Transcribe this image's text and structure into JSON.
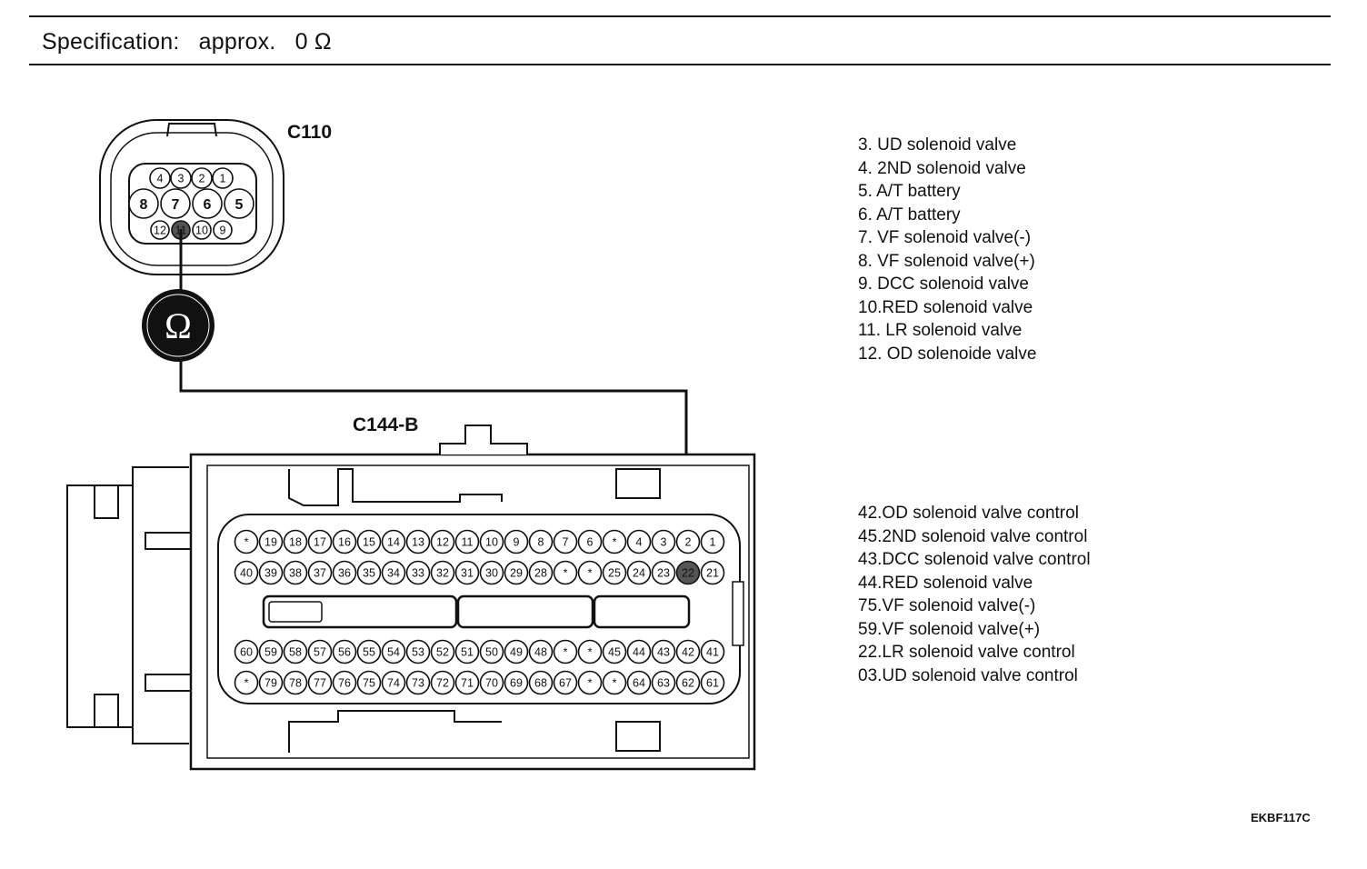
{
  "specification": {
    "label": "Specification:",
    "approx": "approx.",
    "value": "0 Ω"
  },
  "meter": {
    "symbol": "Ω"
  },
  "c110": {
    "label": "C110",
    "top_row": [
      "4",
      "3",
      "2",
      "1"
    ],
    "mid_row": [
      "8",
      "7",
      "6",
      "5"
    ],
    "bottom_row": [
      "12",
      "11",
      "10",
      "9"
    ]
  },
  "c144b": {
    "label": "C144-B",
    "row1": [
      "*",
      "19",
      "18",
      "17",
      "16",
      "15",
      "14",
      "13",
      "12",
      "11",
      "10",
      "9",
      "8",
      "7",
      "6",
      "*",
      "4",
      "3",
      "2",
      "1"
    ],
    "row2": [
      "40",
      "39",
      "38",
      "37",
      "36",
      "35",
      "34",
      "33",
      "32",
      "31",
      "30",
      "29",
      "28",
      "*",
      "*",
      "25",
      "24",
      "23",
      "22",
      "21"
    ],
    "row3": [
      "60",
      "59",
      "58",
      "57",
      "56",
      "55",
      "54",
      "53",
      "52",
      "51",
      "50",
      "49",
      "48",
      "*",
      "*",
      "45",
      "44",
      "43",
      "42",
      "41"
    ],
    "row4": [
      "*",
      "79",
      "78",
      "77",
      "76",
      "75",
      "74",
      "73",
      "72",
      "71",
      "70",
      "69",
      "68",
      "67",
      "*",
      "*",
      "64",
      "63",
      "62",
      "61"
    ]
  },
  "legend_c110": [
    "3. UD solenoid valve",
    "4. 2ND solenoid valve",
    "5. A/T battery",
    "6. A/T battery",
    "7. VF solenoid valve(-)",
    "8. VF solenoid valve(+)",
    "9. DCC solenoid valve",
    "10.RED solenoid valve",
    "11. LR solenoid valve",
    "12. OD solenoide valve"
  ],
  "legend_c144b": [
    "42.OD solenoid valve control",
    "45.2ND solenoid valve control",
    "43.DCC solenoid valve control",
    "44.RED solenoid valve",
    "75.VF solenoid valve(-)",
    "59.VF solenoid valve(+)",
    "22.LR solenoid valve control",
    "03.UD solenoid valve control"
  ],
  "figure_code": "EKBF117C"
}
